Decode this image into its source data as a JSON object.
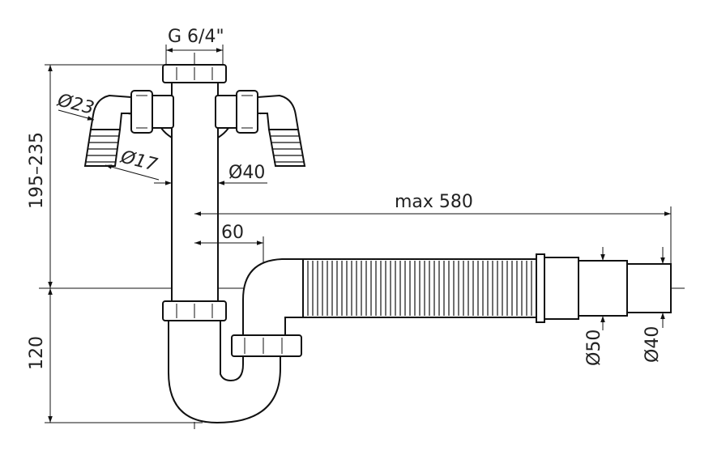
{
  "dimensions": {
    "thread": "G 6/4\"",
    "height_upper": "195–235",
    "height_lower": "120",
    "hose_outer": "Ø23",
    "hose_inner": "Ø17",
    "pipe_diameter": "Ø40",
    "max_length": "max 580",
    "offset": "60",
    "outlet_large": "Ø50",
    "outlet_small": "Ø40"
  }
}
